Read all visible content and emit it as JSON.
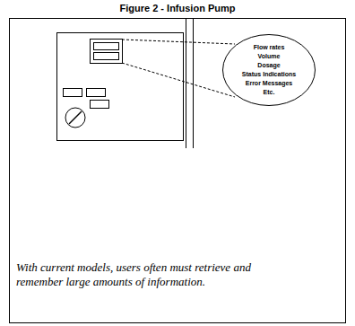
{
  "diagram": {
    "title": "Figure 2 - Infusion Pump",
    "caption": "With current models, users often must retrieve and remember large amounts of information.",
    "nodes": [
      {
        "text": [
          "Flow rates",
          "Volume",
          "Dosage",
          "Status Indications",
          "Error Messages",
          "Etc."
        ]
      }
    ]
  }
}
